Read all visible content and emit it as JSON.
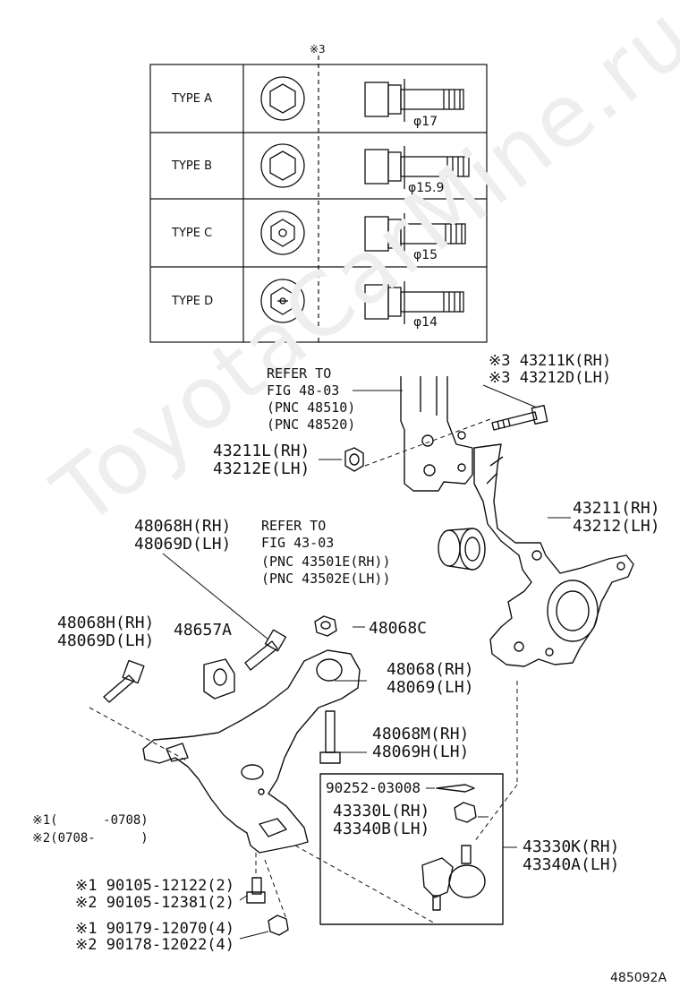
{
  "watermark": "ToyotaCarMine.ru",
  "table": {
    "header_note": "※3",
    "rows": [
      {
        "type": "TYPE A",
        "dia": "φ17"
      },
      {
        "type": "TYPE B",
        "dia": "φ15.9"
      },
      {
        "type": "TYPE C",
        "dia": "φ15"
      },
      {
        "type": "TYPE D",
        "dia": "φ14"
      }
    ]
  },
  "labels": {
    "bolt_k_rh": "※3 43211K(RH)",
    "bolt_d_lh": "※3 43212D(LH)",
    "ref_48": [
      "REFER TO",
      "FIG 48-03",
      "(PNC 48510)",
      "(PNC 48520)"
    ],
    "nut_l_rh": "43211L(RH)",
    "nut_e_lh": "43212E(LH)",
    "knuckle_rh": "43211(RH)",
    "knuckle_lh": "43212(LH)",
    "bolt_h_rh_top": "48068H(RH)",
    "bolt_d_lh_top": "48069D(LH)",
    "ref_43": [
      "REFER TO",
      "FIG 43-03",
      "(PNC 43501E(RH))",
      "(PNC 43502E(LH))"
    ],
    "bolt_h_rh_left": "48068H(RH)",
    "bolt_d_lh_left": "48069D(LH)",
    "bushing": "48657A",
    "nut_c": "48068C",
    "arm_rh": "48068(RH)",
    "arm_lh": "48069(LH)",
    "bolt_m_rh": "48068M(RH)",
    "bolt_h_lh": "48069H(LH)",
    "cotter": "90252-03008",
    "nut_30l": "43330L(RH)",
    "nut_40b": "43340B(LH)",
    "balljoint_rh": "43330K(RH)",
    "balljoint_lh": "43340A(LH)",
    "note1": "※1(      -0708)",
    "note2": "※2(0708-      )",
    "bolt1": "※1 90105-12122(2)",
    "bolt2": "※2 90105-12381(2)",
    "nut1": "※1 90179-12070(4)",
    "nut2": "※2 90178-12022(4)",
    "fig_no": "485092A"
  }
}
